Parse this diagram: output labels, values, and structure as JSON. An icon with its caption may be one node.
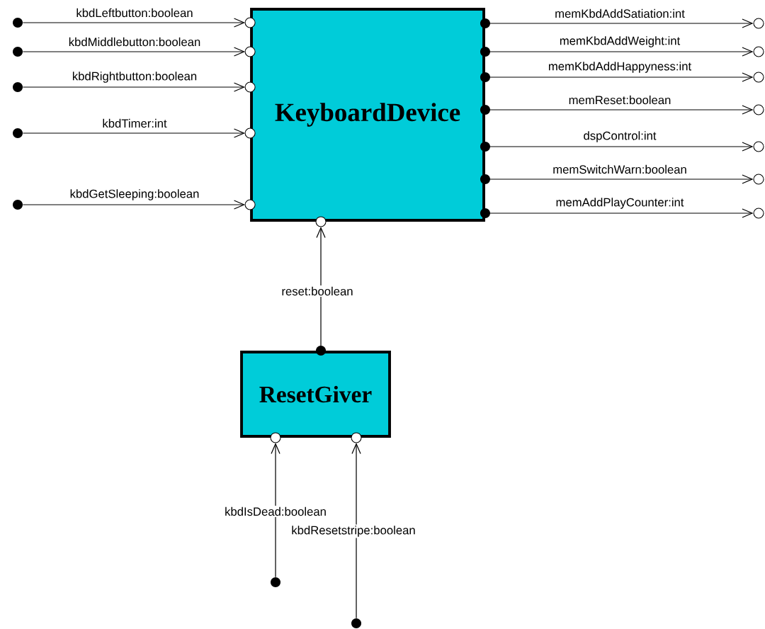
{
  "diagram": {
    "nodes": [
      {
        "text": [
          "KeyboardDevice"
        ]
      },
      {
        "text": [
          "ResetGiver"
        ]
      },
      {
        "text": [],
        "shape": "circle"
      },
      {
        "text": [],
        "shape": "circle"
      },
      {
        "text": [],
        "shape": "circle"
      },
      {
        "text": [],
        "shape": "circle"
      },
      {
        "text": [],
        "shape": "circle"
      },
      {
        "text": [],
        "shape": "circle"
      },
      {
        "text": [],
        "shape": "circle"
      },
      {
        "text": [],
        "shape": "circle"
      },
      {
        "text": [],
        "shape": "circle"
      },
      {
        "text": [],
        "shape": "circle"
      },
      {
        "text": [],
        "shape": "circle"
      },
      {
        "text": [],
        "shape": "circle"
      },
      {
        "text": [],
        "shape": "circle"
      },
      {
        "text": [],
        "shape": "circle"
      }
    ],
    "edges": [
      {
        "from": 2,
        "to": 0,
        "arrow": "to",
        "label": "kbdLeftbutton:boolean"
      },
      {
        "from": 3,
        "to": 0,
        "arrow": "to",
        "label": "kbdMiddlebutton:boolean"
      },
      {
        "from": 4,
        "to": 0,
        "arrow": "to",
        "label": "kbdRightbutton:boolean"
      },
      {
        "from": 5,
        "to": 0,
        "arrow": "to",
        "label": "kbdTimer:int"
      },
      {
        "from": 6,
        "to": 0,
        "arrow": "to",
        "label": "kbdGetSleeping:boolean"
      },
      {
        "from": 0,
        "to": 7,
        "arrow": "to",
        "label": "memKbdAddSatiation:int"
      },
      {
        "from": 0,
        "to": 8,
        "arrow": "to",
        "label": "memKbdAddWeight:int"
      },
      {
        "from": 0,
        "to": 9,
        "arrow": "to",
        "label": "memKbdAddHappyness:int"
      },
      {
        "from": 0,
        "to": 10,
        "arrow": "to",
        "label": "memReset:boolean"
      },
      {
        "from": 0,
        "to": 11,
        "arrow": "to",
        "label": "dspControl:int"
      },
      {
        "from": 0,
        "to": 12,
        "arrow": "to",
        "label": "memSwitchWarn:boolean"
      },
      {
        "from": 0,
        "to": 13,
        "arrow": "to",
        "label": "memAddPlayCounter:int"
      },
      {
        "from": 1,
        "to": 0,
        "arrow": "to",
        "label": "reset:boolean"
      },
      {
        "from": 14,
        "to": 1,
        "arrow": "to",
        "label": "kbdIsDead:boolean"
      },
      {
        "from": 15,
        "to": 1,
        "arrow": "to",
        "label": "kbdResetstripe:boolean"
      }
    ]
  }
}
